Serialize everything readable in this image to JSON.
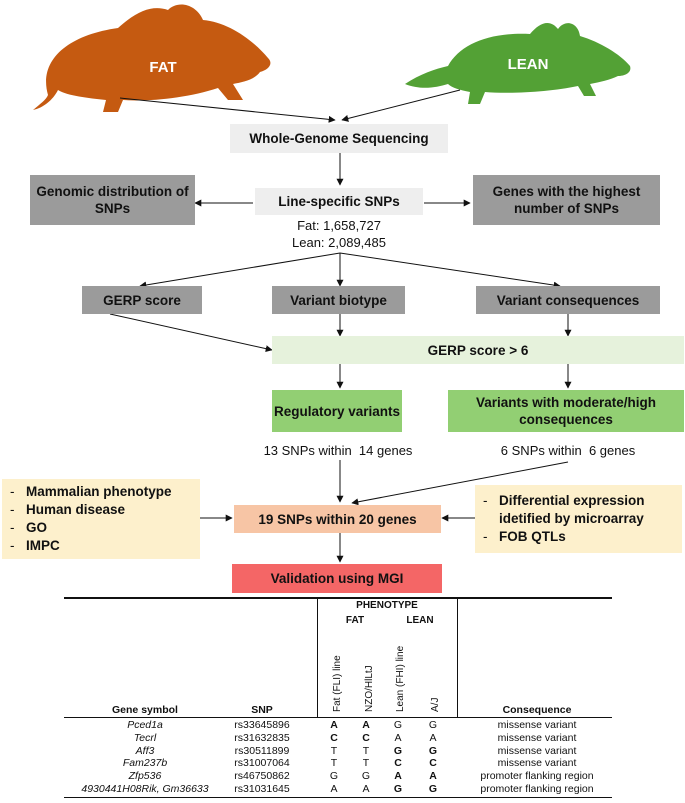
{
  "mice": {
    "fat_label": "FAT",
    "lean_label": "LEAN",
    "fat_color": "#c55a11",
    "lean_color": "#53a135"
  },
  "boxes": {
    "wgs": "Whole-Genome Sequencing",
    "line_snps": "Line-specific SNPs",
    "fat_count": "Fat: 1,658,727",
    "lean_count": "Lean: 2,089,485",
    "genomic_dist": "Genomic distribution of SNPs",
    "genes_highest": "Genes with the highest number of SNPs",
    "gerp": "GERP score",
    "biotype": "Variant biotype",
    "consequences": "Variant consequences",
    "gerp6": "GERP score > 6",
    "regulatory": "Regulatory variants",
    "moderate": "Variants with moderate/high consequences",
    "reg_snps": "13 SNPs within  14 genes",
    "mod_snps": "6 SNPs within  6 genes",
    "final": "19 SNPs within 20 genes",
    "validation": "Validation using MGI"
  },
  "left_list": [
    "Mammalian phenotype",
    "Human disease",
    "GO",
    "IMPC"
  ],
  "right_list": [
    "Differential expression idetified by microarray",
    "FOB QTLs"
  ],
  "table": {
    "phenotype": "PHENOTYPE",
    "fat": "FAT",
    "lean": "LEAN",
    "col_gene": "Gene symbol",
    "col_snp": "SNP",
    "strains": [
      "Fat (FLI) line",
      "NZO/HlLtJ",
      "Lean (FHI) line",
      "A/J"
    ],
    "col_consequence": "Consequence",
    "rows": [
      {
        "gene": "Pced1a",
        "snp": "rs33645896",
        "a": [
          "A",
          "A",
          "G",
          "G"
        ],
        "bold": [
          true,
          true,
          false,
          false
        ],
        "cons": "missense variant"
      },
      {
        "gene": "Tecrl",
        "snp": "rs31632835",
        "a": [
          "C",
          "C",
          "A",
          "A"
        ],
        "bold": [
          true,
          true,
          false,
          false
        ],
        "cons": "missense variant"
      },
      {
        "gene": "Aff3",
        "snp": "rs30511899",
        "a": [
          "T",
          "T",
          "G",
          "G"
        ],
        "bold": [
          false,
          false,
          true,
          true
        ],
        "cons": "missense variant"
      },
      {
        "gene": "Fam237b",
        "snp": "rs31007064",
        "a": [
          "T",
          "T",
          "C",
          "C"
        ],
        "bold": [
          false,
          false,
          true,
          true
        ],
        "cons": "missense variant"
      },
      {
        "gene": "Zfp536",
        "snp": "rs46750862",
        "a": [
          "G",
          "G",
          "A",
          "A"
        ],
        "bold": [
          false,
          false,
          true,
          true
        ],
        "cons": "promoter flanking region"
      },
      {
        "gene": "4930441H08Rik, Gm36633",
        "snp": "rs31031645",
        "a": [
          "A",
          "A",
          "G",
          "G"
        ],
        "bold": [
          false,
          false,
          true,
          true
        ],
        "cons": "promoter flanking region"
      }
    ]
  }
}
